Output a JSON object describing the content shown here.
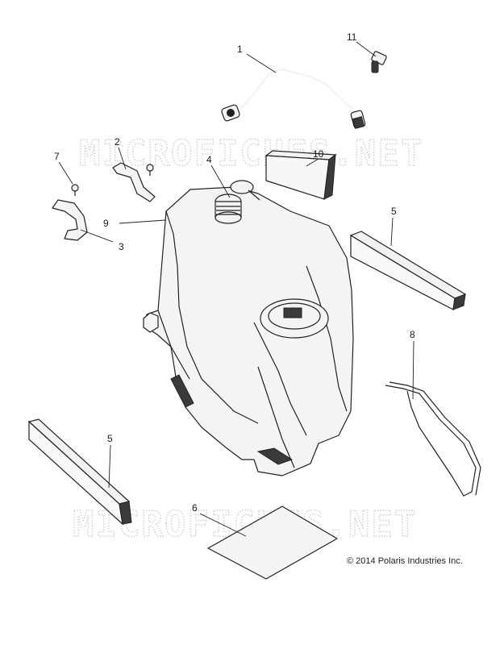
{
  "watermark": "MICROFICHES.NET",
  "copyright": "© 2014 Polaris Industries Inc.",
  "callouts": [
    "1",
    "11",
    "2",
    "7",
    "10",
    "4",
    "5",
    "9",
    "3",
    "8",
    "5",
    "6"
  ]
}
